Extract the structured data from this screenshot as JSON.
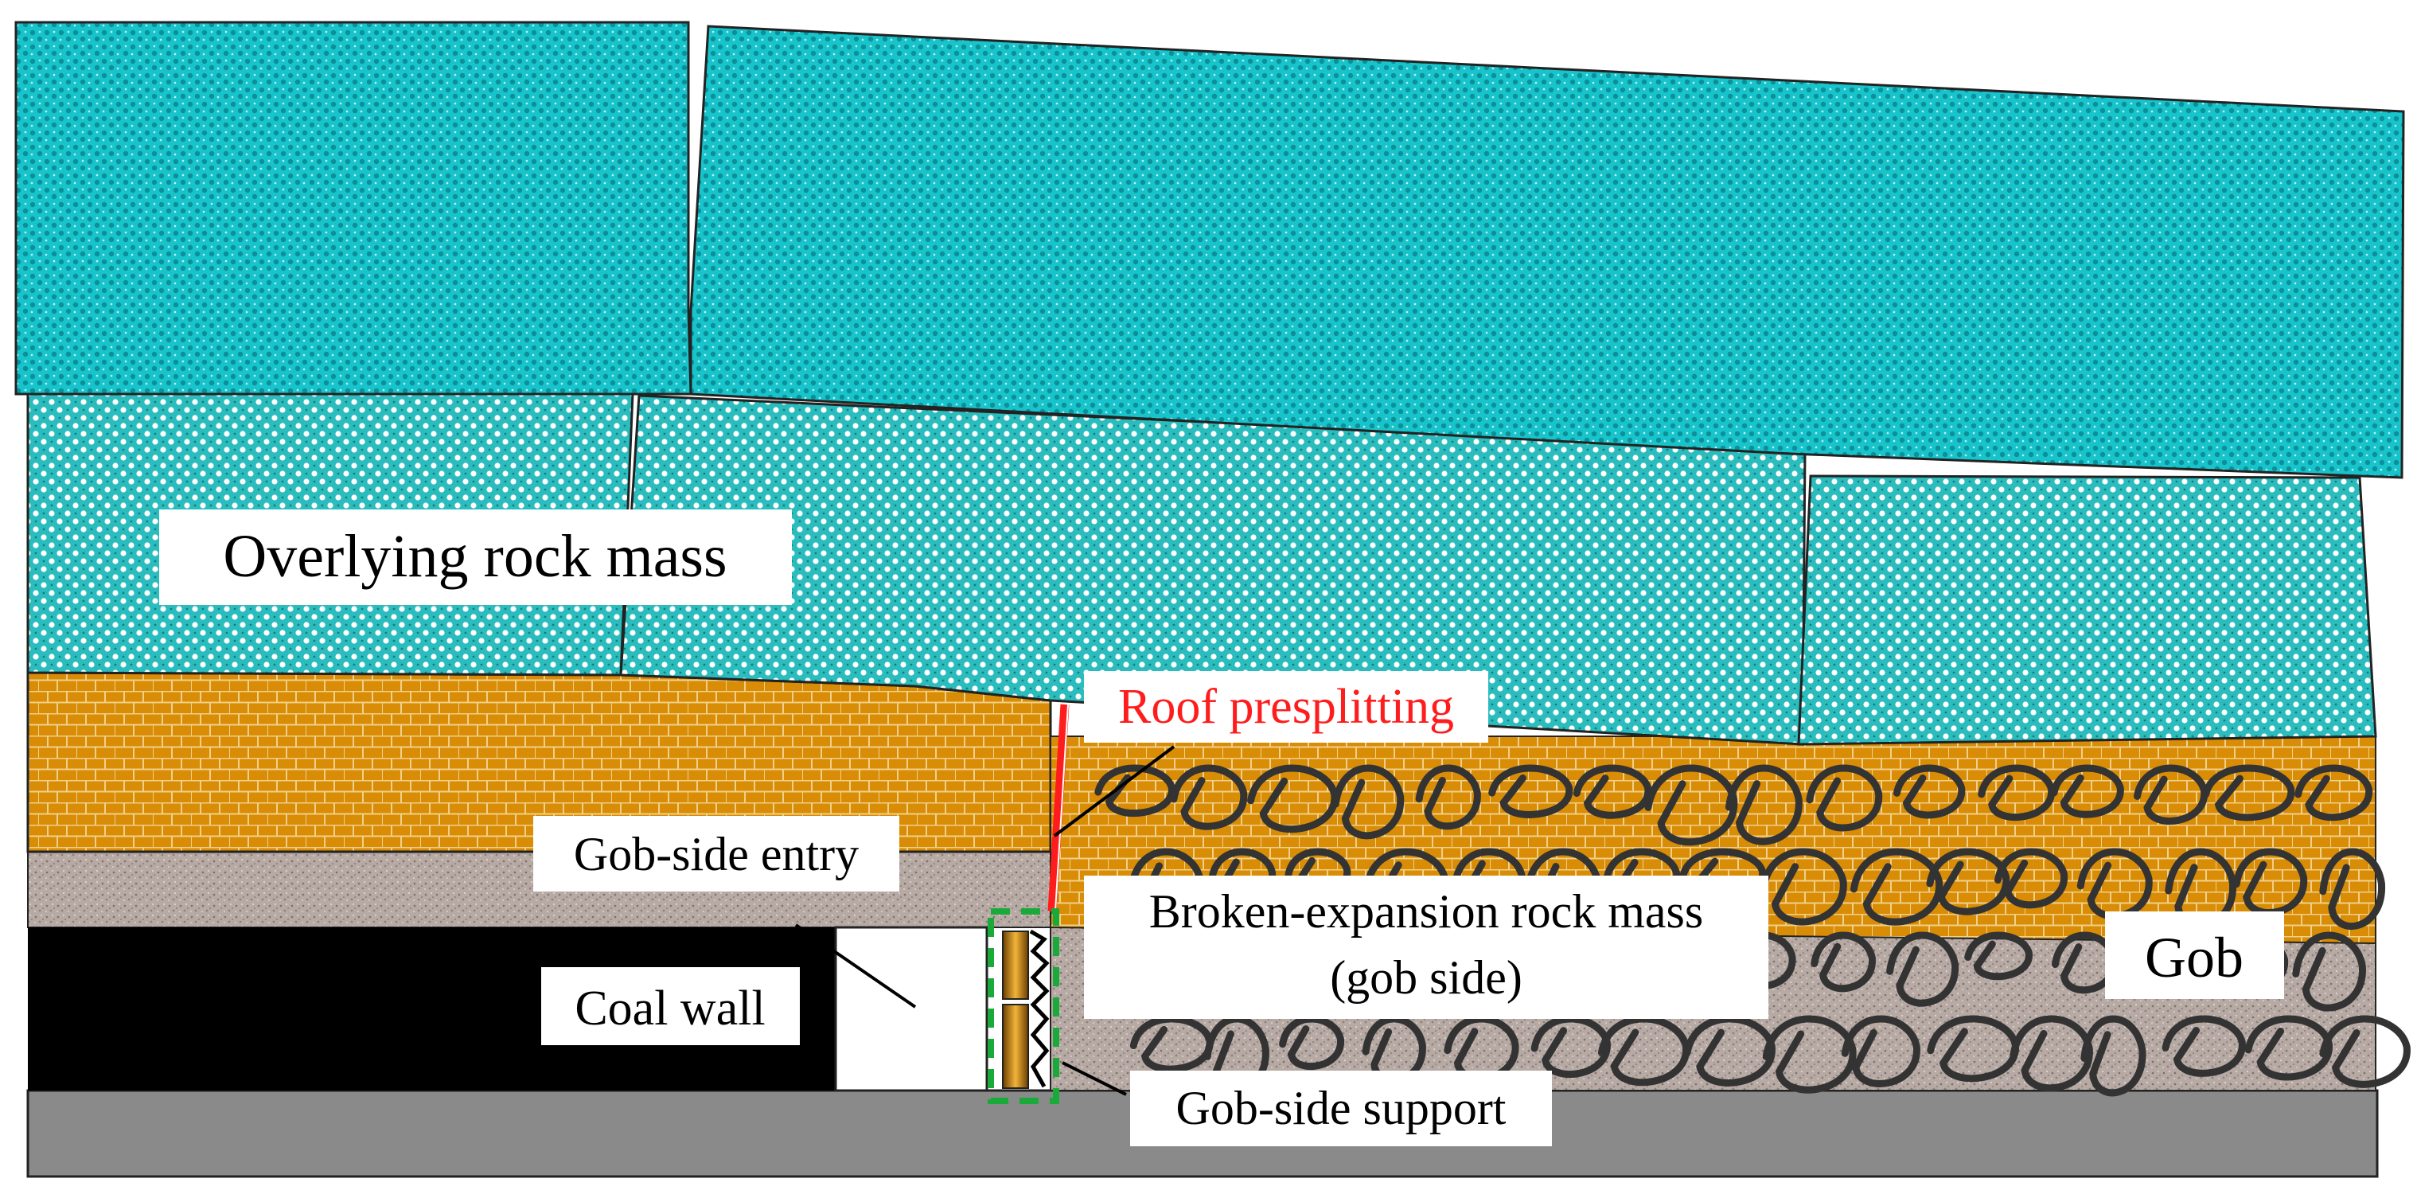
{
  "labels": {
    "overlying": "Overlying rock mass",
    "roof_presplitting": "Roof presplitting",
    "gob_side_entry": "Gob-side entry",
    "broken_line1": "Broken-expansion rock mass",
    "broken_line2": "(gob side)",
    "gob": "Gob",
    "coal_wall": "Coal wall",
    "gob_side_support": "Gob-side support"
  },
  "colors": {
    "upper_rock": "#18c4cc",
    "lower_rock": "#2bbcbd",
    "brick": "#d98c06",
    "grey_layer": "#b7aaa4",
    "coal": "#000000",
    "floor": "#8a8a8a",
    "presplit": "#ff1c1c",
    "support_box": "#1aaa3a",
    "debris": "#333333"
  },
  "icons": {
    "gob_side_support": "hydraulic-prop-icon",
    "presplit_line": "cut-line-icon"
  }
}
